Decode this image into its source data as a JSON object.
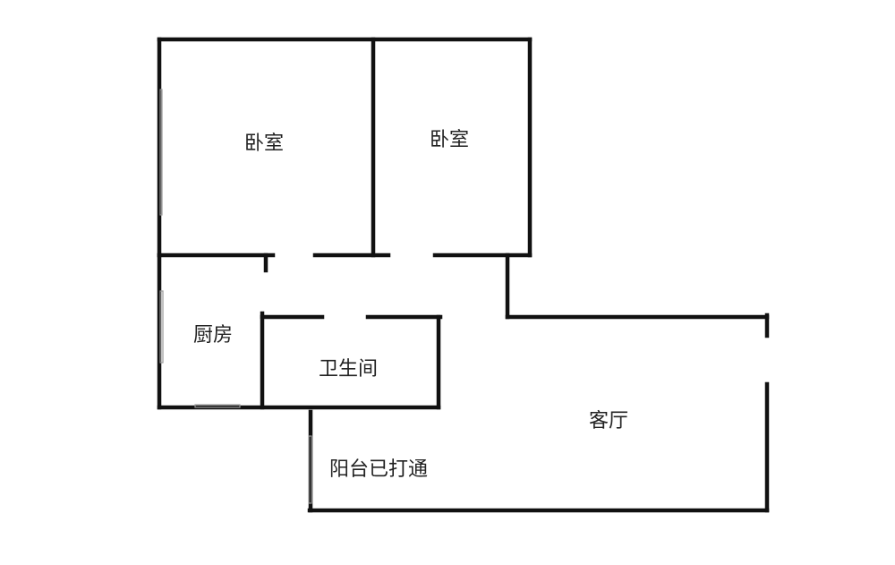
{
  "rooms": {
    "bedroom_left": "卧室",
    "bedroom_right": "卧室",
    "kitchen": "厨房",
    "bathroom": "卫生间",
    "living_room": "客厅",
    "balcony_note": "阳台已打通"
  }
}
